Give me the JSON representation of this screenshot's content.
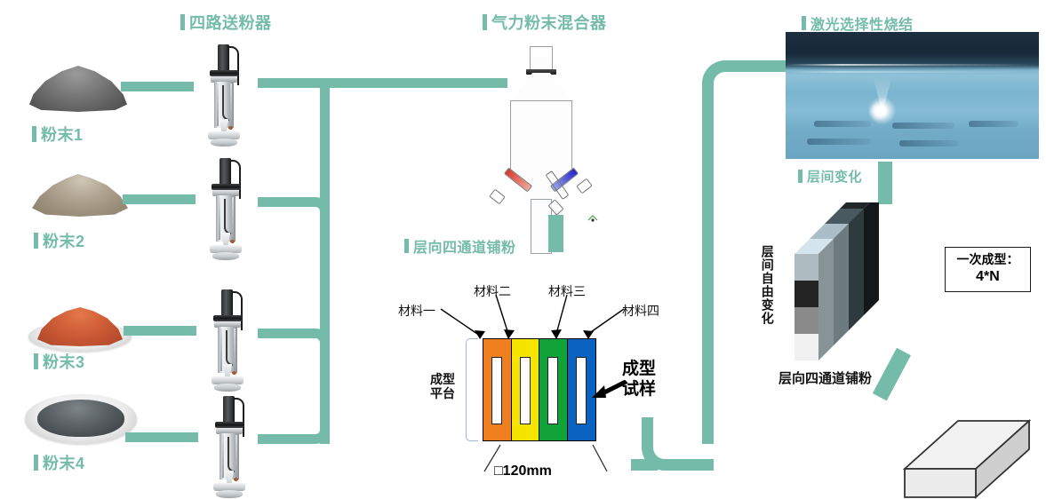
{
  "headers": {
    "feeder": "四路送粉器",
    "mixer": "气力粉末混合器",
    "laser": "激光选择性烧结",
    "layer_spread": "层向四通道铺粉",
    "layer_change": "层间变化"
  },
  "powders": [
    {
      "label": "粉末1",
      "color": "#6f6f6f"
    },
    {
      "label": "粉末2",
      "color": "#a79b8c"
    },
    {
      "label": "粉末3",
      "color": "#cf5f3a"
    },
    {
      "label": "粉末4",
      "color": "#5b6063"
    }
  ],
  "platform": {
    "material_labels": [
      "材料一",
      "材料二",
      "材料三",
      "材料四"
    ],
    "strip_colors": [
      "#ef7f1f",
      "#f5e400",
      "#12a23a",
      "#0a62c0"
    ],
    "platform_label": "成型\n平台",
    "platform_label_line1": "成型",
    "platform_label_line2": "平台",
    "dimension": "□120mm",
    "specimen_label_line1": "成型",
    "specimen_label_line2": "试样"
  },
  "block": {
    "vertical_label": "层间自由变化",
    "bottom_label": "层向四通道铺粉",
    "tile_grid": [
      [
        "#aebcc2",
        "#8c9ca3",
        "#3b4a4f",
        "#1b1f21"
      ],
      [
        "#242424",
        "#0d0d0d",
        "#e6e8e9",
        "#bdccd2"
      ],
      [
        "#8a8a8a",
        "#7d7d7d",
        "#555555",
        "#454545"
      ],
      [
        "#f1f1f1",
        "#dedede",
        "#c2c2c2",
        "#a9aeb1"
      ]
    ]
  },
  "callout": {
    "line1": "一次成型：",
    "line2": "4*N"
  },
  "colors": {
    "teal": "#74bca9",
    "teal_text": "#74bca9",
    "black": "#000000"
  }
}
